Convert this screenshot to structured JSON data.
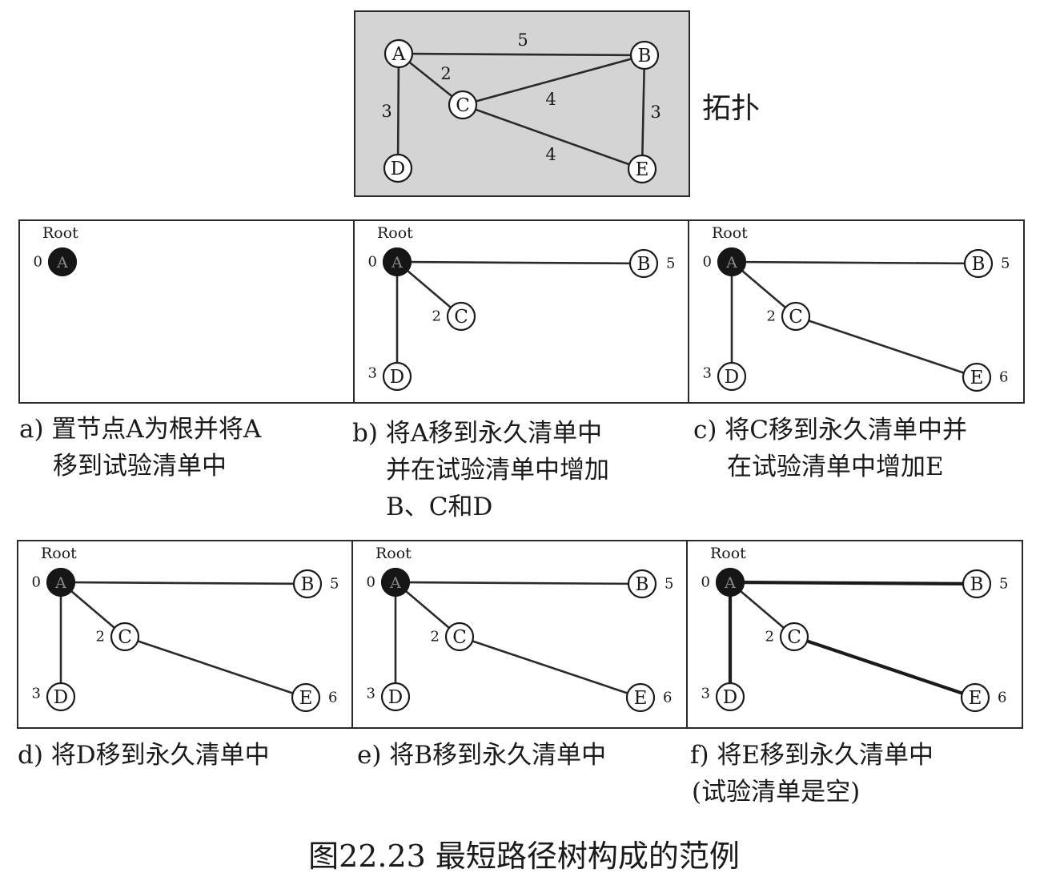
{
  "topology": {
    "label": "拓扑",
    "background": "#d4d4d4",
    "nodes": [
      "A",
      "B",
      "C",
      "D",
      "E"
    ],
    "edges": [
      {
        "from": "A",
        "to": "B",
        "weight": "5"
      },
      {
        "from": "A",
        "to": "C",
        "weight": "2"
      },
      {
        "from": "A",
        "to": "D",
        "weight": "3"
      },
      {
        "from": "C",
        "to": "B",
        "weight": "4"
      },
      {
        "from": "B",
        "to": "E",
        "weight": "3"
      },
      {
        "from": "C",
        "to": "E",
        "weight": "4"
      }
    ]
  },
  "root_label": "Root",
  "steps": [
    {
      "id": "a",
      "caption_lines": [
        "a) 置节点A为根并将A",
        "移到试验清单中"
      ],
      "nodes": [
        {
          "name": "A",
          "dist": "0",
          "root": true
        }
      ],
      "edges": []
    },
    {
      "id": "b",
      "caption_lines": [
        "b) 将A移到永久清单中",
        "并在试验清单中增加",
        "B、C和D"
      ],
      "nodes": [
        {
          "name": "A",
          "dist": "0",
          "root": true
        },
        {
          "name": "B",
          "dist": "5"
        },
        {
          "name": "C",
          "dist": "2"
        },
        {
          "name": "D",
          "dist": "3"
        }
      ],
      "edges": [
        [
          "A",
          "B"
        ],
        [
          "A",
          "C"
        ],
        [
          "A",
          "D"
        ]
      ]
    },
    {
      "id": "c",
      "caption_lines": [
        "c) 将C移到永久清单中并",
        "在试验清单中增加E"
      ],
      "nodes": [
        {
          "name": "A",
          "dist": "0",
          "root": true
        },
        {
          "name": "B",
          "dist": "5"
        },
        {
          "name": "C",
          "dist": "2"
        },
        {
          "name": "D",
          "dist": "3"
        },
        {
          "name": "E",
          "dist": "6"
        }
      ],
      "edges": [
        [
          "A",
          "B"
        ],
        [
          "A",
          "C"
        ],
        [
          "A",
          "D"
        ],
        [
          "C",
          "E"
        ]
      ]
    },
    {
      "id": "d",
      "caption_lines": [
        "d) 将D移到永久清单中"
      ],
      "nodes": [
        {
          "name": "A",
          "dist": "0",
          "root": true
        },
        {
          "name": "B",
          "dist": "5"
        },
        {
          "name": "C",
          "dist": "2"
        },
        {
          "name": "D",
          "dist": "3"
        },
        {
          "name": "E",
          "dist": "6"
        }
      ],
      "edges": [
        [
          "A",
          "B"
        ],
        [
          "A",
          "C"
        ],
        [
          "A",
          "D"
        ],
        [
          "C",
          "E"
        ]
      ]
    },
    {
      "id": "e",
      "caption_lines": [
        "e) 将B移到永久清单中"
      ],
      "nodes": [
        {
          "name": "A",
          "dist": "0",
          "root": true
        },
        {
          "name": "B",
          "dist": "5"
        },
        {
          "name": "C",
          "dist": "2"
        },
        {
          "name": "D",
          "dist": "3"
        },
        {
          "name": "E",
          "dist": "6"
        }
      ],
      "edges": [
        [
          "A",
          "B"
        ],
        [
          "A",
          "C"
        ],
        [
          "A",
          "D"
        ],
        [
          "C",
          "E"
        ]
      ]
    },
    {
      "id": "f",
      "caption_lines": [
        "f) 将E移到永久清单中",
        "(试验清单是空)"
      ],
      "nodes": [
        {
          "name": "A",
          "dist": "0",
          "root": true
        },
        {
          "name": "B",
          "dist": "5"
        },
        {
          "name": "C",
          "dist": "2"
        },
        {
          "name": "D",
          "dist": "3"
        },
        {
          "name": "E",
          "dist": "6"
        }
      ],
      "edges": [
        [
          "A",
          "B"
        ],
        [
          "A",
          "C"
        ],
        [
          "A",
          "D"
        ],
        [
          "C",
          "E"
        ]
      ],
      "heavy_edges": [
        [
          "A",
          "B"
        ],
        [
          "A",
          "D"
        ],
        [
          "C",
          "E"
        ]
      ]
    }
  ],
  "figure_caption": "图22.23   最短路径树构成的范例"
}
